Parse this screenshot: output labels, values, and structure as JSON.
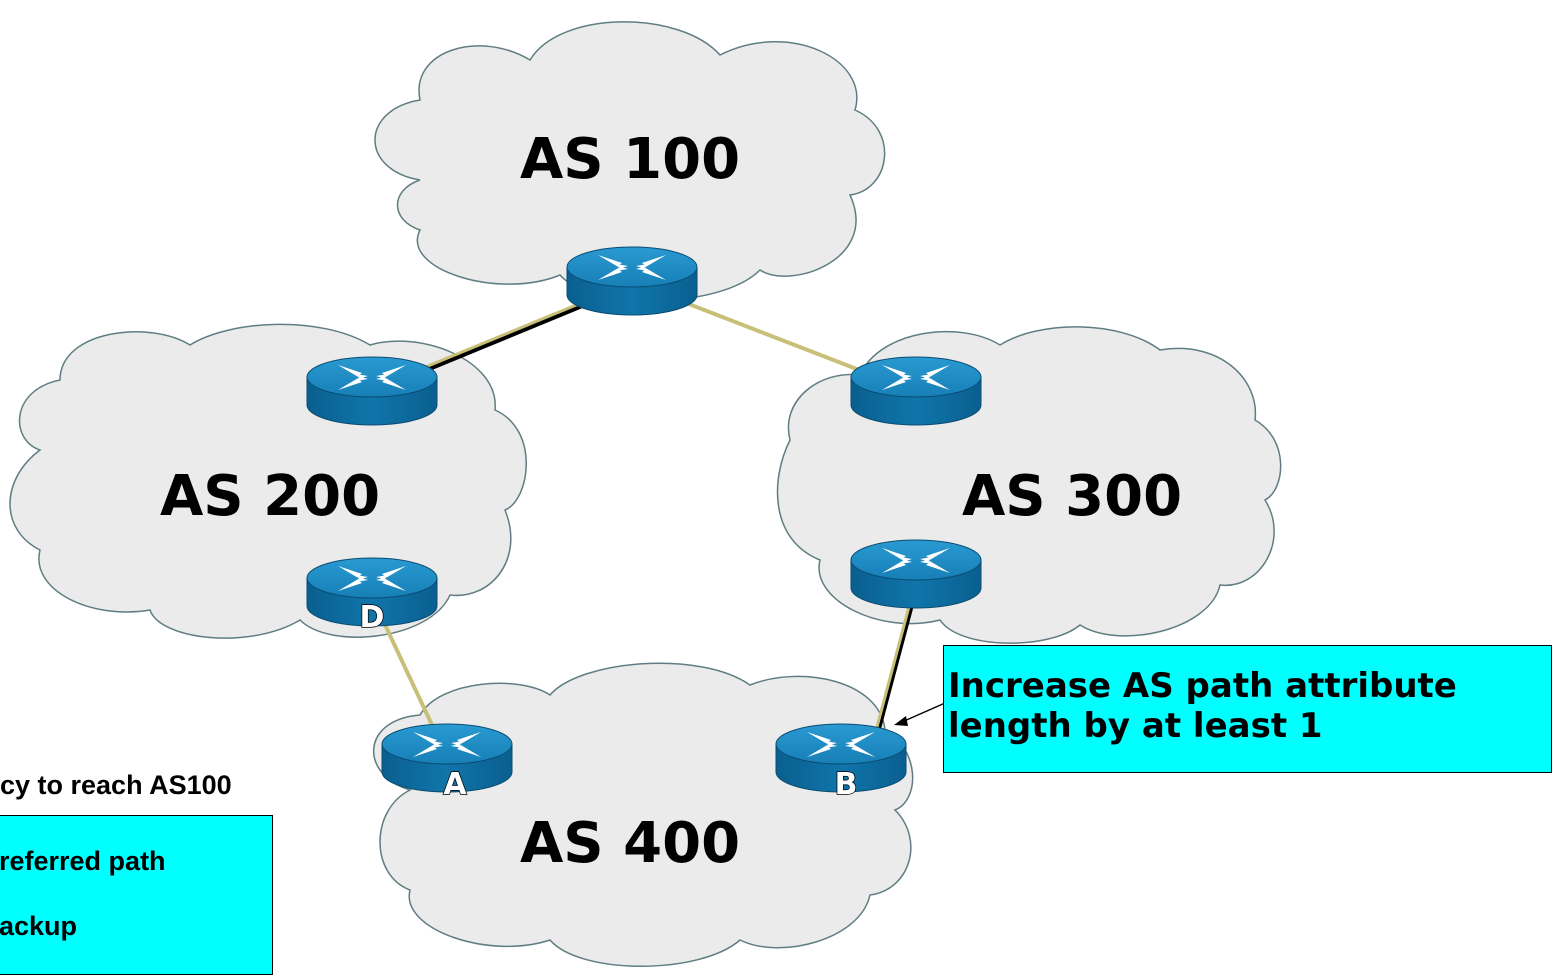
{
  "clouds": {
    "as100": {
      "label": "AS 100"
    },
    "as200": {
      "label": "AS 200"
    },
    "as300": {
      "label": "AS 300"
    },
    "as400": {
      "label": "AS 400"
    }
  },
  "routers": {
    "d": {
      "letter": "D"
    },
    "a": {
      "letter": "A"
    },
    "b": {
      "letter": "B"
    }
  },
  "callout_b": {
    "line1": "Increase AS path attribute",
    "line2": "length by at least 1"
  },
  "policy_note": "cy to reach AS100",
  "callout_left": {
    "line1": "referred path",
    "line2": "ackup"
  },
  "colors": {
    "cloud_fill": "#ebebeb",
    "cloud_stroke": "#5f7d82",
    "link_color": "#c8c078",
    "callout_bg": "#00ffff",
    "router_top": "#1e8cc4",
    "router_side": "#0a5f8f"
  }
}
